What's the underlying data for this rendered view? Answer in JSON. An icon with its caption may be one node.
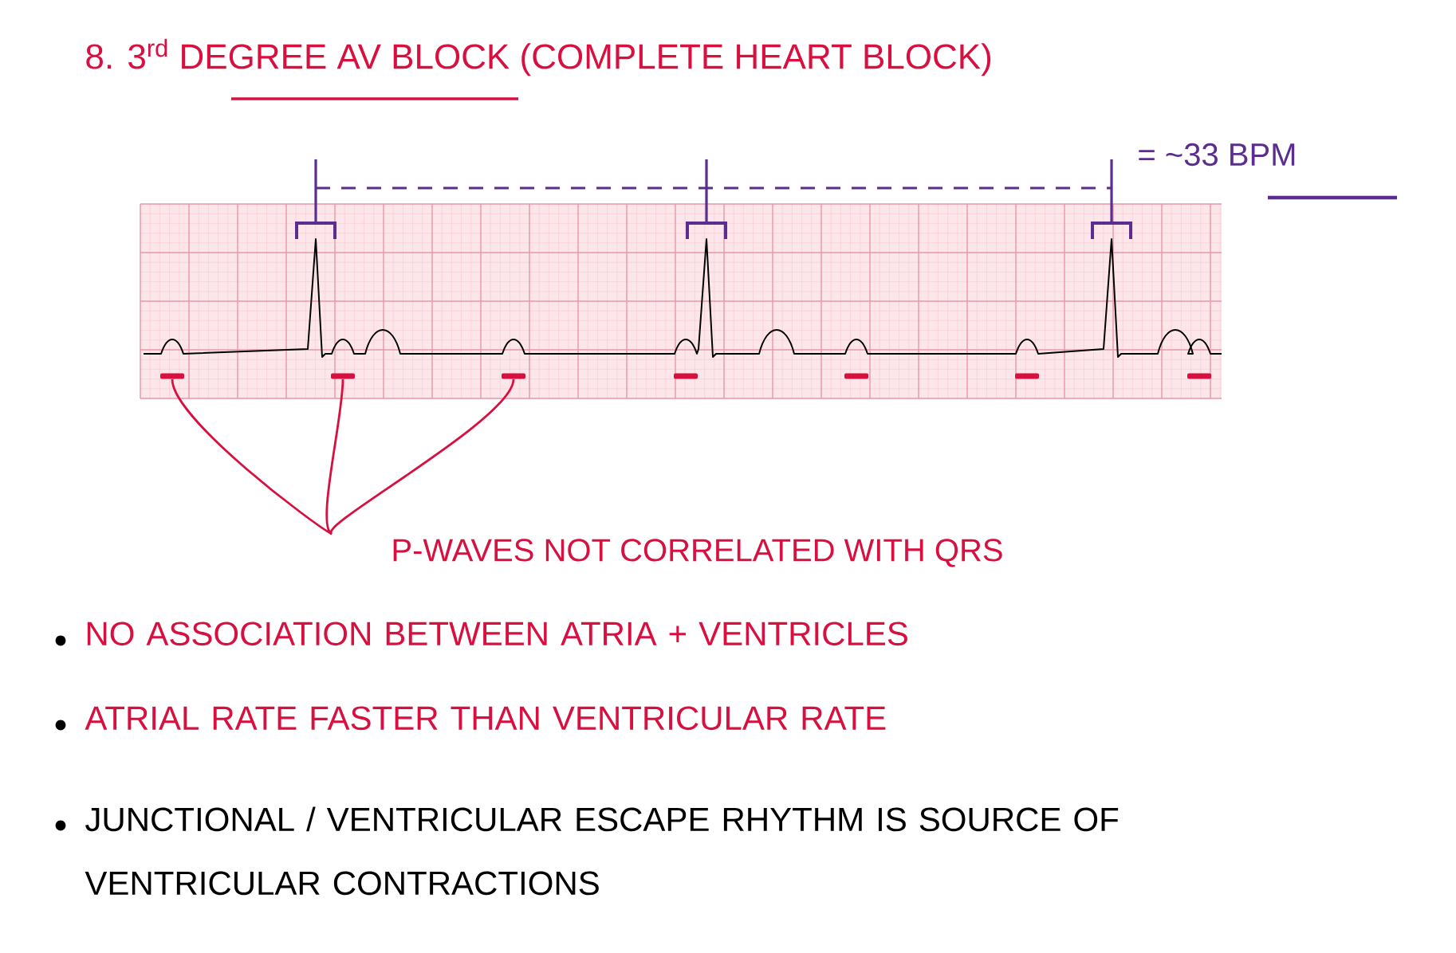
{
  "diagram": {
    "title": "8. 3$^{rd}$ DEGREE AV BLOCK (COMPLETE HEART BLOCK)",
    "nodes": [
      {
        "text": [],
        "shape": "bar"
      },
      {
        "text": [],
        "shape": "bar"
      },
      {
        "text": [],
        "shape": "bar"
      },
      {
        "text": [],
        "shape": "bar"
      },
      {
        "text": [],
        "shape": "bar"
      },
      {
        "text": [],
        "shape": "bar"
      },
      {
        "text": [],
        "shape": "bar"
      },
      {
        "text": [
          "P-WAVES NOT CORRELATED WITH QRS"
        ]
      }
    ],
    "edges": [
      {
        "from": 7,
        "to": 0,
        "arrow": "none"
      },
      {
        "from": 7,
        "to": 1,
        "arrow": "none"
      },
      {
        "from": 7,
        "to": 2,
        "arrow": "none"
      }
    ],
    "labels": [
      "= ~33 BPM",
      "NO ASSOCIATION BETWEEN ATRIA + VENTRICLES",
      "ATRIAL RATE FASTER THAN VENTRICULAR RATE",
      "JUNCTIONAL / VENTRICULAR ESCAPE RHYTHM IS SOURCE OF VENTRICULAR CONTRACTIONS"
    ]
  }
}
